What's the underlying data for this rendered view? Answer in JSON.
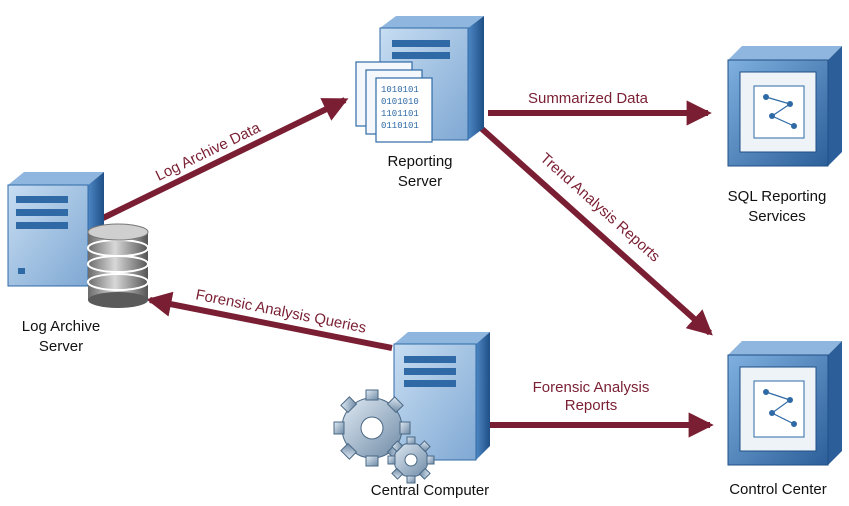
{
  "colors": {
    "arrow": "#7a1f33",
    "edge_text": "#7a1f33",
    "node_text": "#111111",
    "device_blue": "#2f6aa6",
    "device_light": "#a9c7e6"
  },
  "nodes": {
    "log_archive": {
      "line1": "Log Archive",
      "line2": "Server",
      "icons": [
        "server-tower-icon",
        "database-icon"
      ]
    },
    "reporting": {
      "line1": "Reporting",
      "line2": "Server",
      "icons": [
        "server-tower-icon",
        "binary-data-sheets-icon"
      ]
    },
    "sql_reporting": {
      "line1": "SQL Reporting",
      "line2": "Services",
      "icons": [
        "monitor-icon"
      ]
    },
    "central": {
      "line1": "Central Computer",
      "icons": [
        "server-tower-icon",
        "gears-icon"
      ]
    },
    "control_center": {
      "line1": "Control Center",
      "icons": [
        "monitor-icon"
      ]
    }
  },
  "edges": {
    "log_archive_data": "Log Archive Data",
    "summarized_data": "Summarized Data",
    "trend_analysis": "Trend Analysis Reports",
    "forensic_queries": "Forensic Analysis Queries",
    "forensic_reports_l1": "Forensic Analysis",
    "forensic_reports_l2": "Reports"
  }
}
